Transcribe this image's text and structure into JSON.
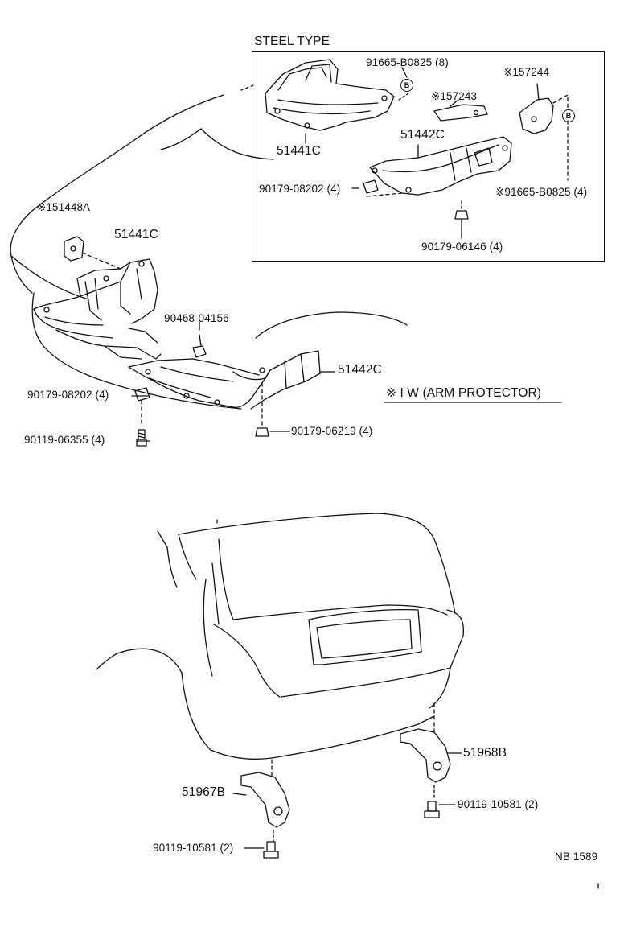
{
  "inset": {
    "title": "STEEL TYPE",
    "labels": {
      "bolt_b_8": "91665-B0825 (8)",
      "arm_157244": "※157244",
      "arm_157243": "※157243",
      "cover_51441c": "51441C",
      "cover_51442c": "51442C",
      "clip_08202": "90179-08202 (4)",
      "bolt_b_4": "※91665-B0825 (4)",
      "nut_06146": "90179-06146 (4)"
    },
    "badge": "B"
  },
  "front": {
    "labels": {
      "arm_151448a": "※151448A",
      "cover_51441c": "51441C",
      "clip_04156": "90468-04156",
      "cover_51442c": "51442C",
      "clip_08202": "90179-08202 (4)",
      "bolt_06355": "90119-06355 (4)",
      "nut_06219": "90179-06219 (4)"
    },
    "note": "※ I W (ARM PROTECTOR)"
  },
  "rear": {
    "labels": {
      "hook_51968b": "51968B",
      "hook_51967b": "51967B",
      "bolt_right": "90119-10581 (2)",
      "bolt_left": "90119-10581 (2)"
    }
  },
  "figure_id": "NB 1589"
}
